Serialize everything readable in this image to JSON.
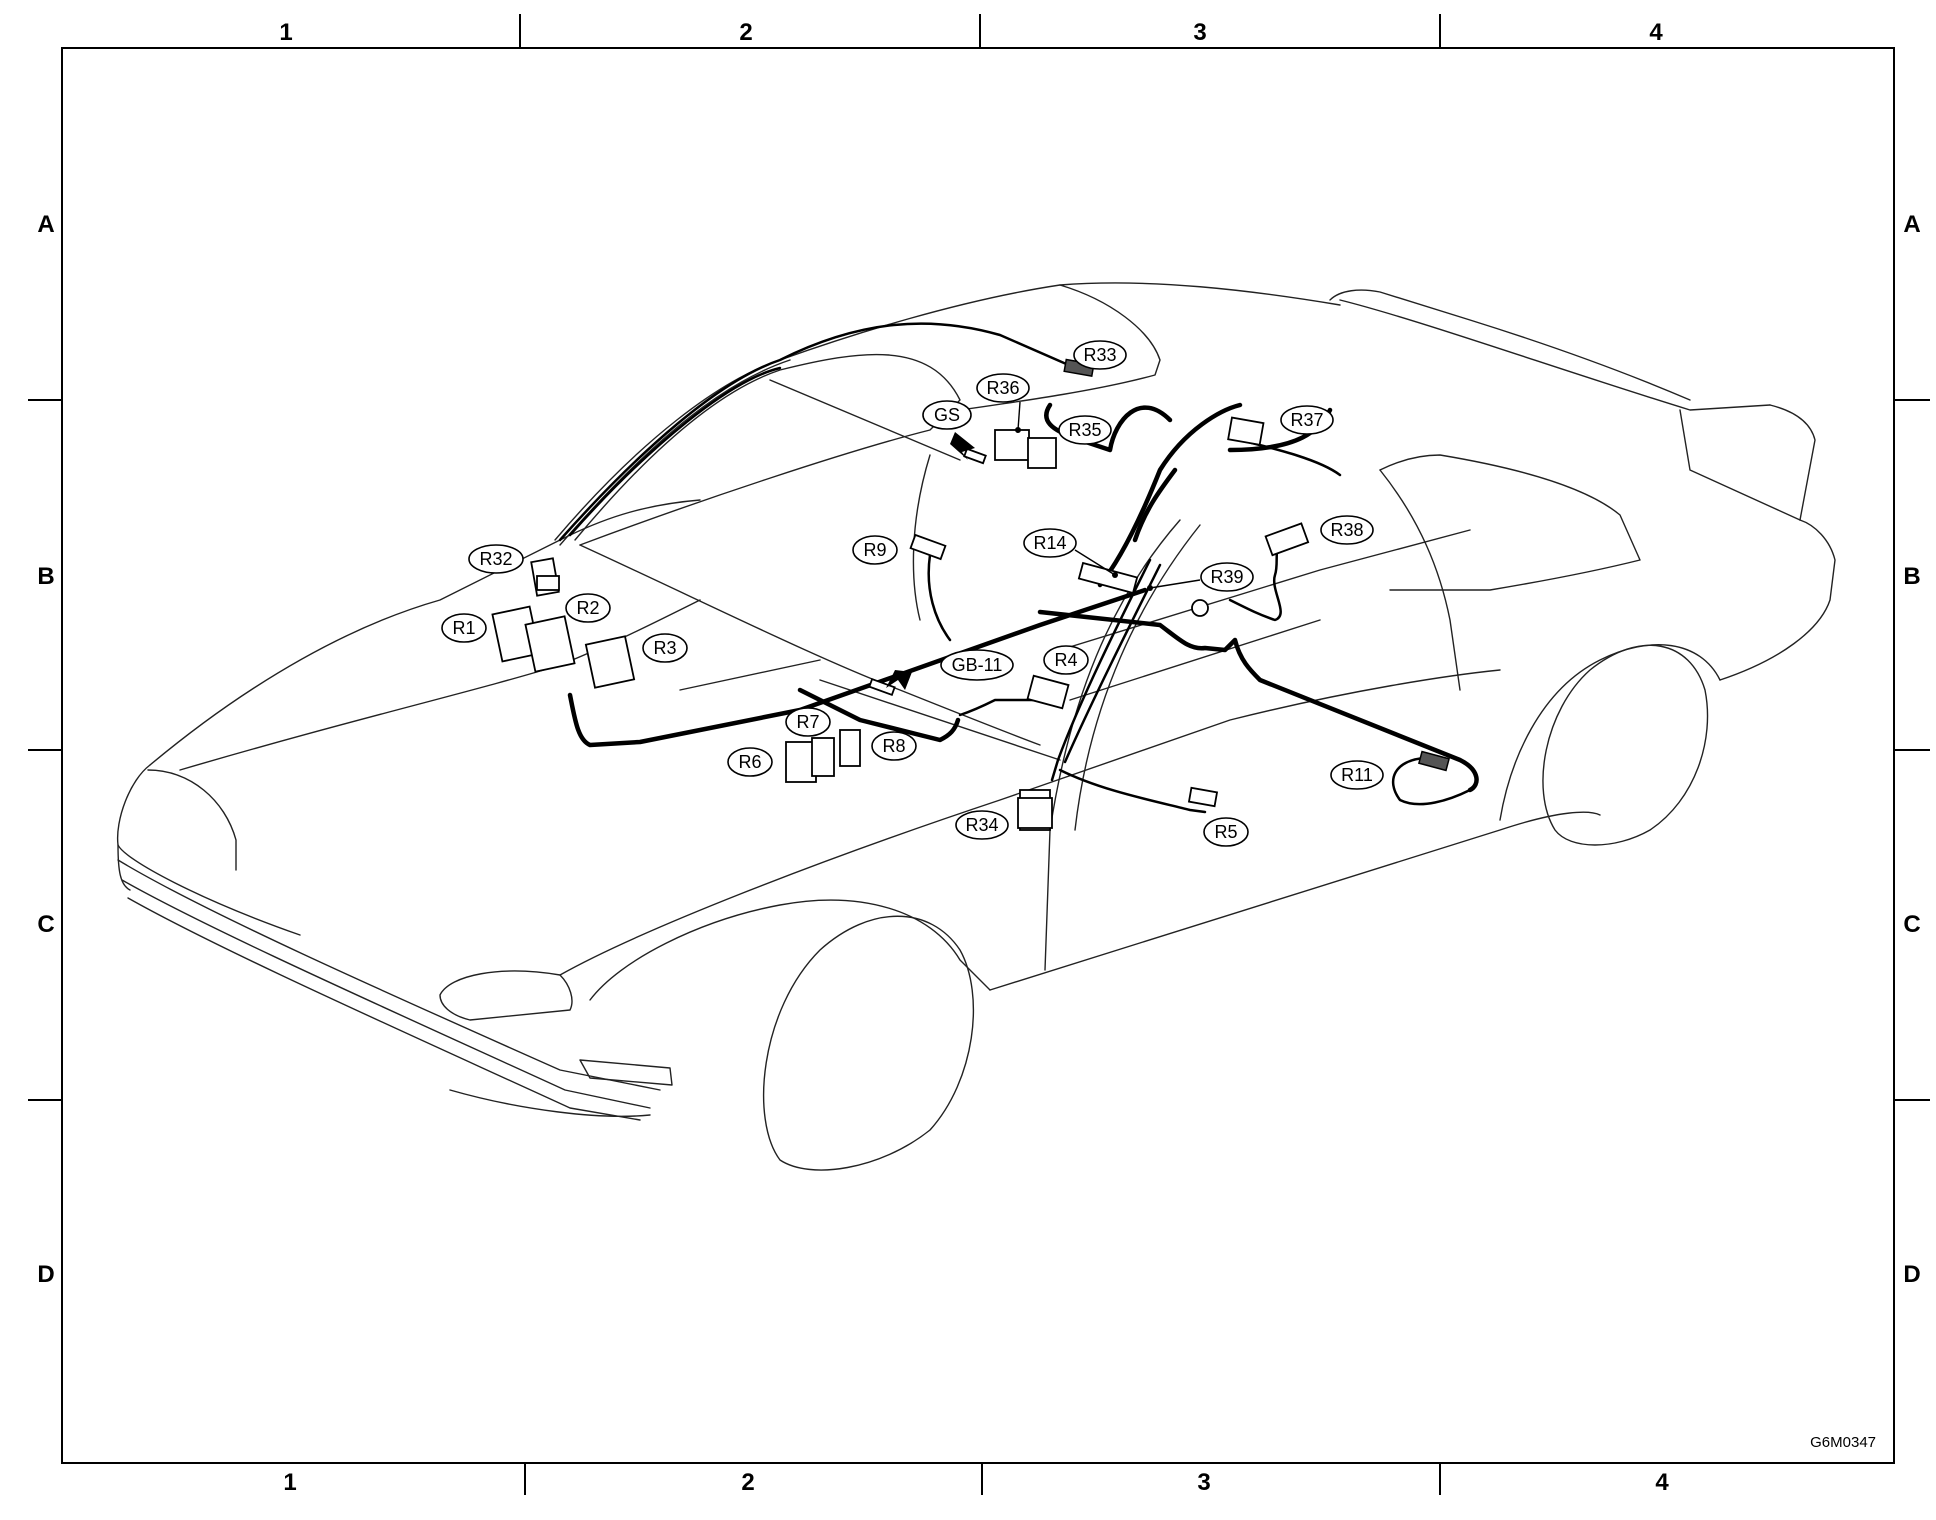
{
  "grid": {
    "columns": [
      "1",
      "2",
      "3",
      "4"
    ],
    "rows": [
      "A",
      "B",
      "C",
      "D"
    ]
  },
  "drawing_code": "G6M0347",
  "connectors": [
    {
      "id": "r1",
      "label": "R1"
    },
    {
      "id": "r2",
      "label": "R2"
    },
    {
      "id": "r3",
      "label": "R3"
    },
    {
      "id": "r4",
      "label": "R4"
    },
    {
      "id": "r5",
      "label": "R5"
    },
    {
      "id": "r6",
      "label": "R6"
    },
    {
      "id": "r7",
      "label": "R7"
    },
    {
      "id": "r8",
      "label": "R8"
    },
    {
      "id": "r9",
      "label": "R9"
    },
    {
      "id": "r11",
      "label": "R11"
    },
    {
      "id": "r14",
      "label": "R14"
    },
    {
      "id": "r32",
      "label": "R32"
    },
    {
      "id": "r33",
      "label": "R33"
    },
    {
      "id": "r34",
      "label": "R34"
    },
    {
      "id": "r35",
      "label": "R35"
    },
    {
      "id": "r36",
      "label": "R36"
    },
    {
      "id": "r37",
      "label": "R37"
    },
    {
      "id": "r38",
      "label": "R38"
    },
    {
      "id": "r39",
      "label": "R39"
    }
  ],
  "grounds": [
    {
      "id": "gs",
      "label": "GS"
    },
    {
      "id": "gb11",
      "label": "GB-11"
    }
  ]
}
